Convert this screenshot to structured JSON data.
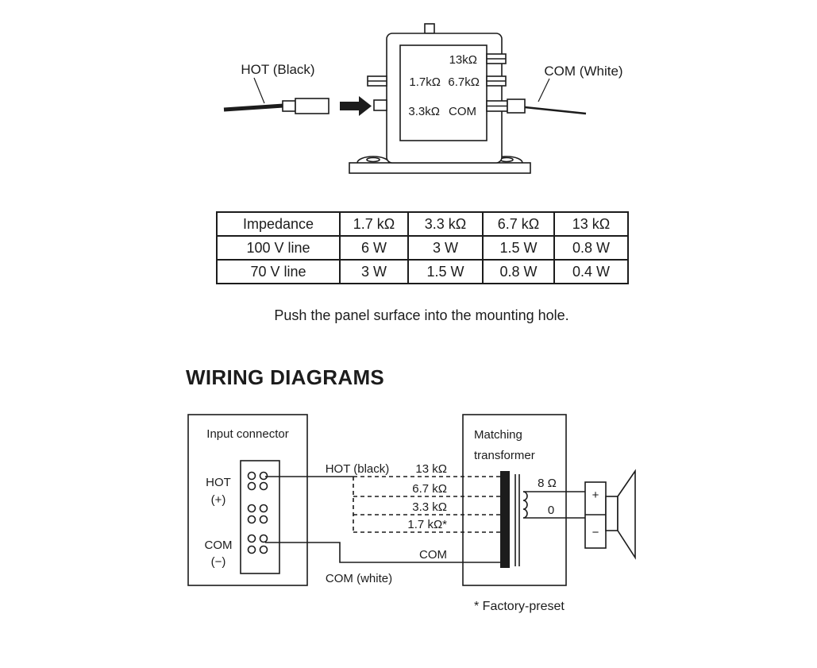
{
  "page": {
    "heading": "WIRING DIAGRAMS",
    "caption": "Push the panel surface into the mounting hole."
  },
  "top_diagram": {
    "hot_wire_label": "HOT (Black)",
    "com_wire_label": "COM (White)",
    "panel": {
      "tap_13k": "13kΩ",
      "tap_1_7k": "1.7kΩ",
      "tap_6_7k": "6.7kΩ",
      "tap_3_3k": "3.3kΩ",
      "tap_com": "COM"
    }
  },
  "table": {
    "headers": [
      "Impedance",
      "1.7 kΩ",
      "3.3 kΩ",
      "6.7 kΩ",
      "13 kΩ"
    ],
    "rows": [
      {
        "label": "100 V line",
        "values": [
          "6 W",
          "3 W",
          "1.5 W",
          "0.8 W"
        ]
      },
      {
        "label": "70 V line",
        "values": [
          "3 W",
          "1.5 W",
          "0.8 W",
          "0.4 W"
        ]
      }
    ]
  },
  "wiring_diagram": {
    "input_connector": {
      "title": "Input connector",
      "hot_label": "HOT",
      "hot_polarity": "(+)",
      "com_label": "COM",
      "com_polarity": "(−)"
    },
    "hot_wire_label": "HOT (black)",
    "com_wire_label": "COM (white)",
    "transformer": {
      "title_line1": "Matching",
      "title_line2": "transformer",
      "taps": [
        "13 kΩ",
        "6.7 kΩ",
        "3.3 kΩ",
        "1.7 kΩ*",
        "COM"
      ],
      "output_8_ohm": "8 Ω",
      "output_0": "0"
    },
    "speaker": {
      "plus": "+",
      "minus": "−"
    },
    "footnote": "* Factory-preset"
  }
}
